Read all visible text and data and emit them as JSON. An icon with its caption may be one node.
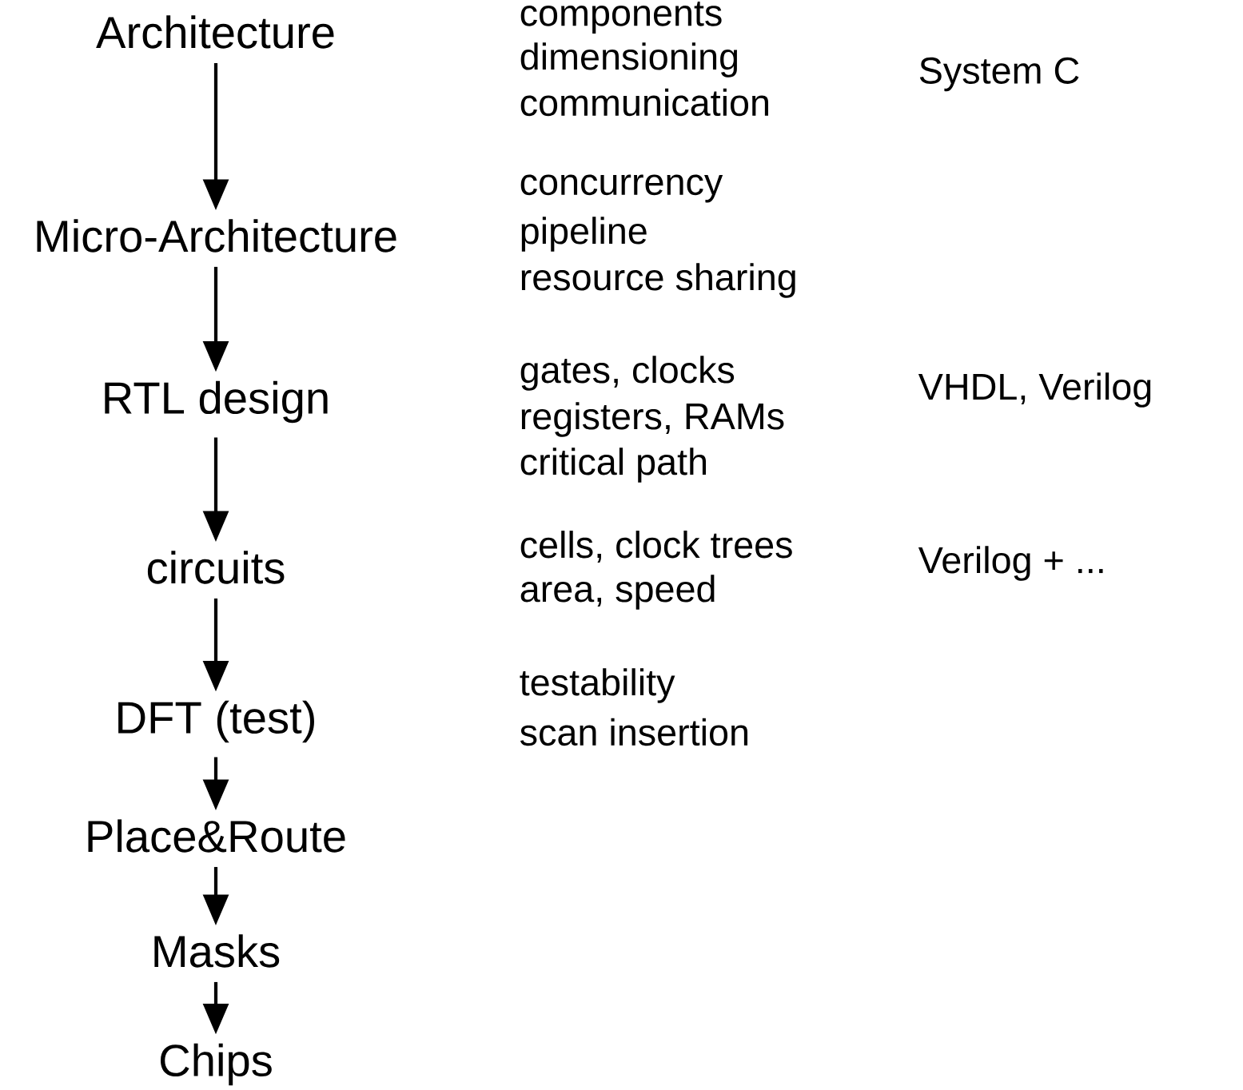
{
  "diagram": {
    "nodes": [
      {
        "text": [
          "Architecture"
        ]
      },
      {
        "text": [
          "Micro-Architecture"
        ]
      },
      {
        "text": [
          "RTL design"
        ]
      },
      {
        "text": [
          "circuits"
        ]
      },
      {
        "text": [
          "DFT (test)"
        ]
      },
      {
        "text": [
          "Place&Route"
        ]
      },
      {
        "text": [
          "Masks"
        ]
      },
      {
        "text": [
          "Chips"
        ]
      }
    ],
    "edges": [
      {
        "from": 0,
        "to": 1,
        "arrow": "to"
      },
      {
        "from": 1,
        "to": 2,
        "arrow": "to"
      },
      {
        "from": 2,
        "to": 3,
        "arrow": "to"
      },
      {
        "from": 3,
        "to": 4,
        "arrow": "to"
      },
      {
        "from": 4,
        "to": 5,
        "arrow": "to"
      },
      {
        "from": 5,
        "to": 6,
        "arrow": "to"
      },
      {
        "from": 6,
        "to": 7,
        "arrow": "to"
      }
    ],
    "labels": [
      "components",
      "dimensioning",
      "System C",
      "communication",
      "concurrency",
      "pipeline",
      "resource sharing",
      "gates, clocks",
      "VHDL, Verilog",
      "registers, RAMs",
      "critical path",
      "cells, clock trees",
      "Verilog + ...",
      "area, speed",
      "testability",
      "scan insertion"
    ]
  }
}
